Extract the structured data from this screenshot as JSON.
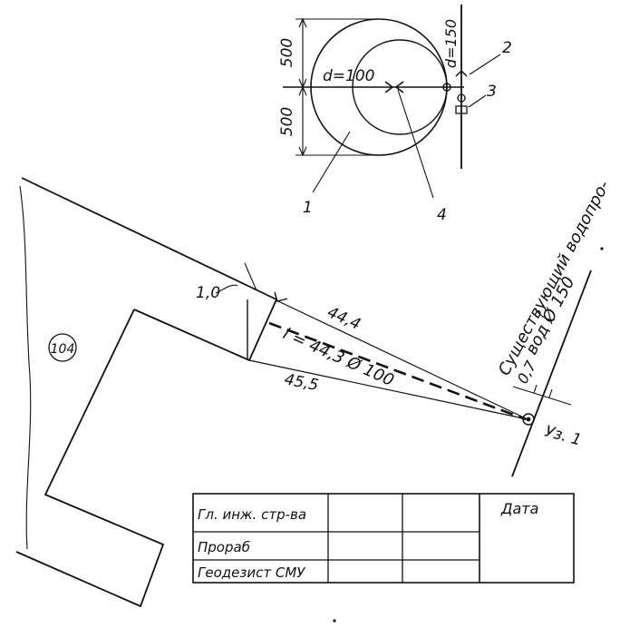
{
  "detail": {
    "dim_top": "500",
    "dim_bottom": "500",
    "small_diameter": "d=100",
    "large_diameter": "d=150",
    "callouts": [
      "1",
      "2",
      "3",
      "4"
    ]
  },
  "plan": {
    "building_number": "104",
    "offset_at_building": "1,0",
    "pipe_label": "l = 44,3  Ø 100",
    "distance_upper": "44,4",
    "distance_lower": "45,5",
    "offset_at_main": "0,7",
    "node_label": "Уз. 1",
    "main_label_line1": "Существующий водопро-",
    "main_label_line2": "вод  Ø 150"
  },
  "signature_table": {
    "rows": [
      "Гл. инж. стр-ва",
      "Прораб",
      "Геодезист СМУ"
    ],
    "date_header": "Дата"
  }
}
